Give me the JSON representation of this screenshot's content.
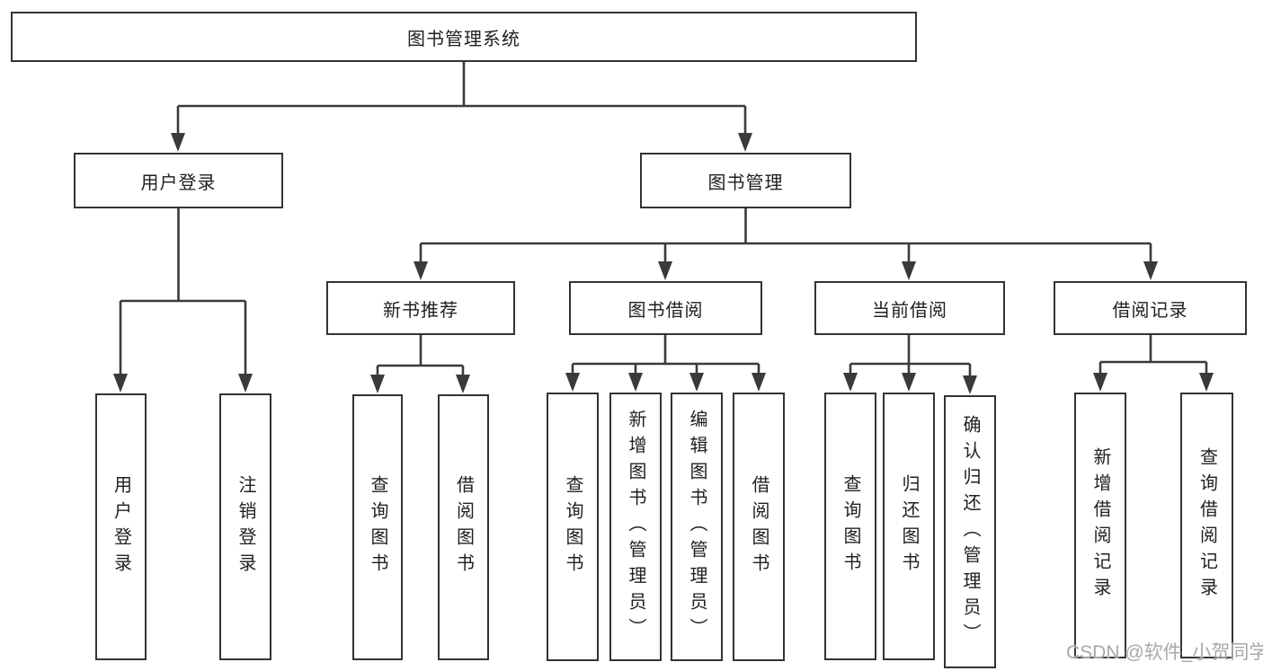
{
  "diagram": {
    "root": {
      "label": "图书管理系统"
    },
    "user_login": {
      "label": "用户登录",
      "children": [
        "用户登录",
        "注销登录"
      ]
    },
    "book_mgmt": {
      "label": "图书管理"
    },
    "new_books": {
      "label": "新书推荐",
      "children": [
        "查询图书",
        "借阅图书"
      ]
    },
    "book_borrow": {
      "label": "图书借阅",
      "children": [
        "查询图书",
        "新增图书（管理员）",
        "编辑图书（管理员）",
        "借阅图书"
      ]
    },
    "current_borrow": {
      "label": "当前借阅",
      "children": [
        "查询图书",
        "归还图书",
        "确认归还（管理员）"
      ]
    },
    "borrow_records": {
      "label": "借阅记录",
      "children": [
        "新增借阅记录",
        "查询借阅记录"
      ]
    }
  },
  "watermark": {
    "text": "CSDN @软件_小贺同学"
  },
  "colors": {
    "page_bg": "#ffffff",
    "line": "#3a3a3a",
    "box_border": "#333333",
    "box_fill": "#ffffff",
    "text": "#1f1f1f",
    "watermark": "#a8a8a8"
  }
}
